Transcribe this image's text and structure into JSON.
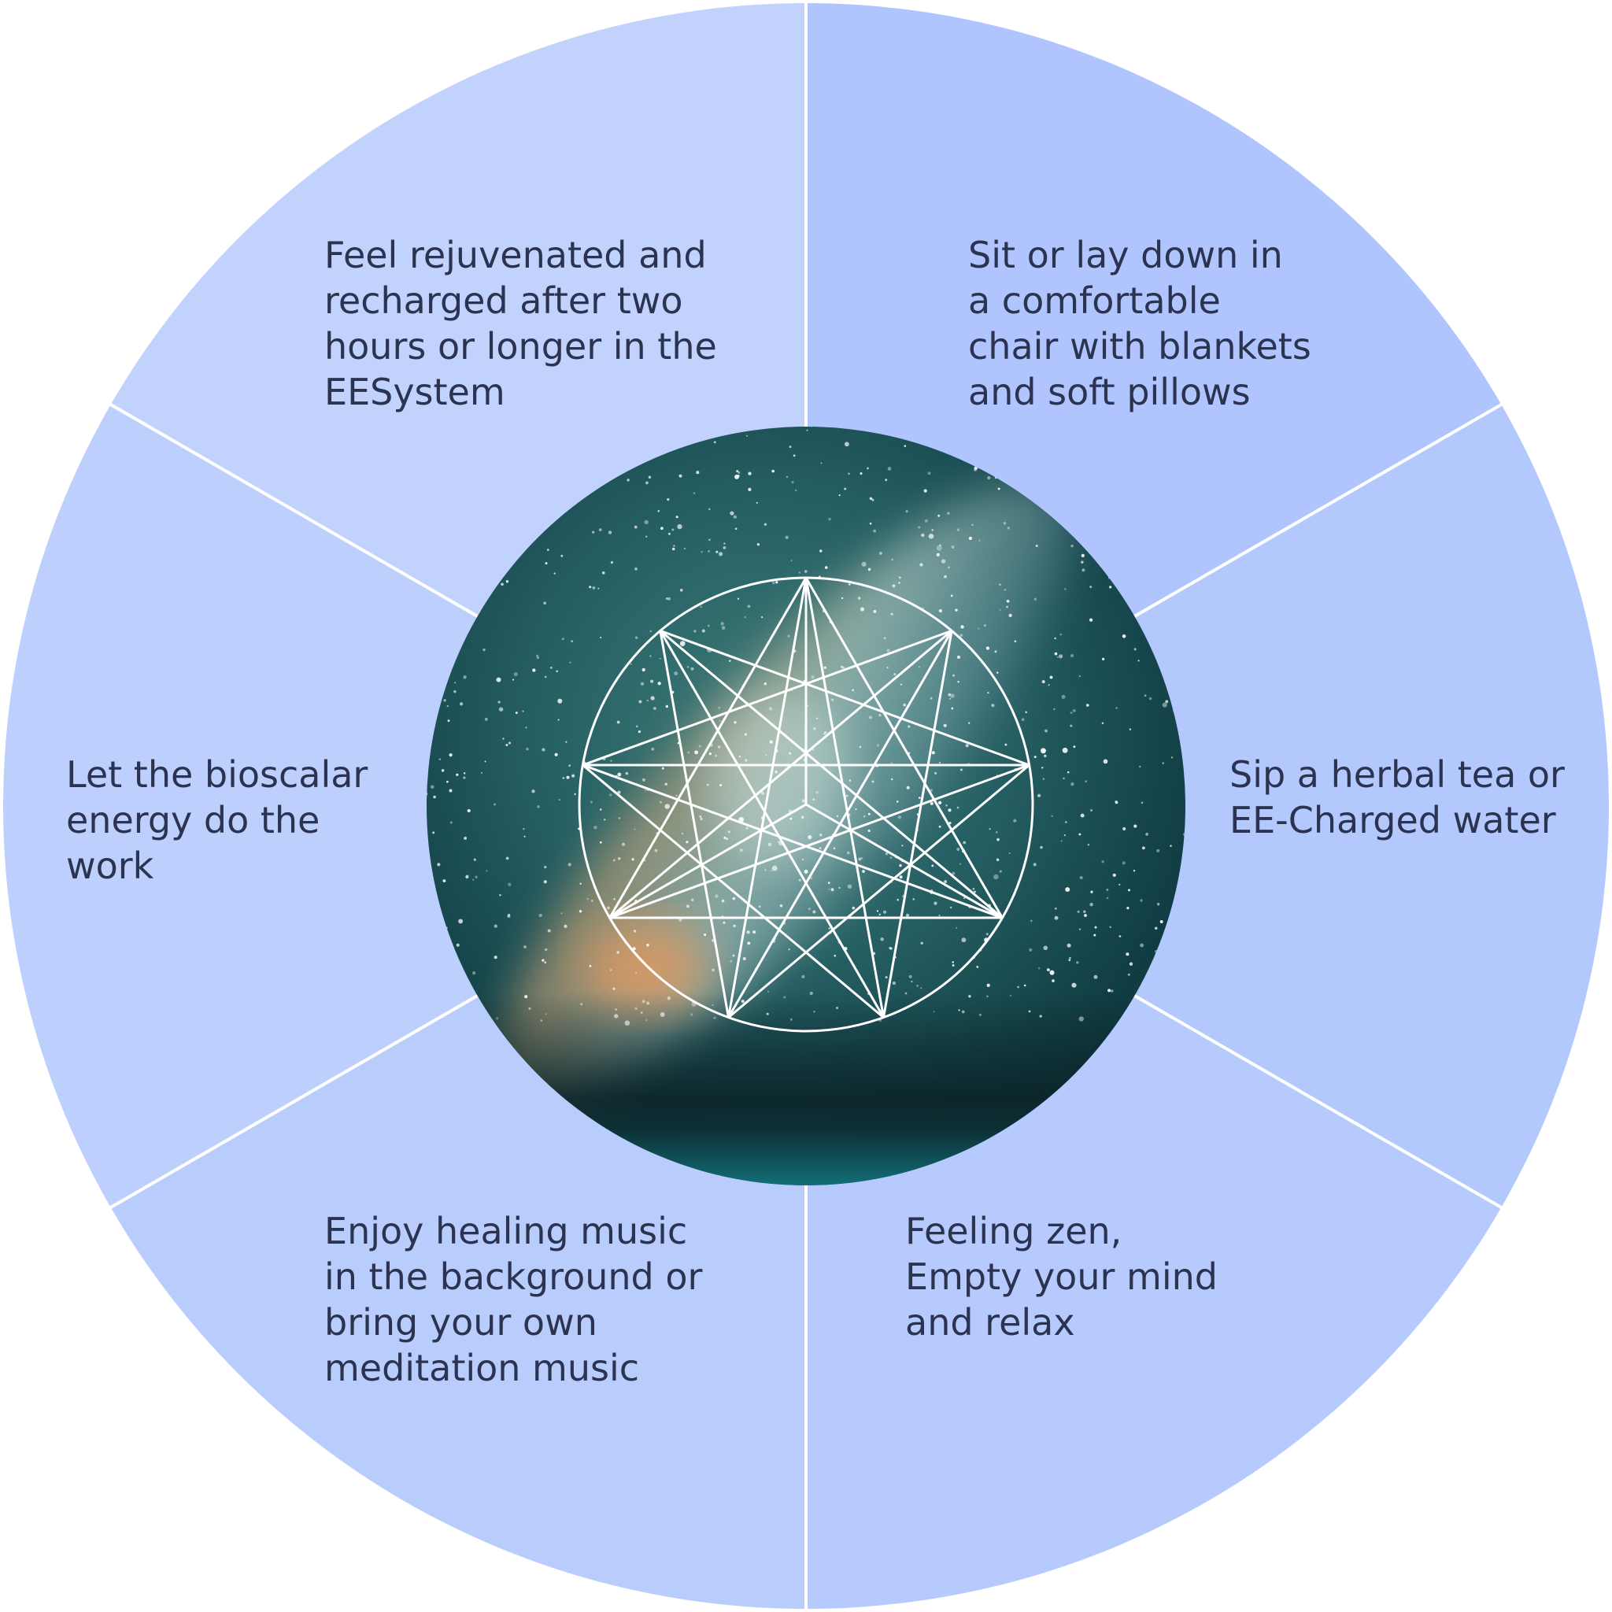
{
  "segments": [
    {
      "lines": [
        "Sit or lay down in",
        "a  comfortable",
        "chair with blankets",
        "and soft pillows"
      ],
      "color": "#b0c5fd"
    },
    {
      "lines": [
        "Sip a herbal tea or",
        "EE-Charged water"
      ],
      "color": "#b3c8fd"
    },
    {
      "lines": [
        "Feeling zen,",
        "Empty your mind",
        "and relax"
      ],
      "color": "#b6cafd"
    },
    {
      "lines": [
        "Enjoy healing music",
        "in the background or",
        "bring your own",
        "meditation music"
      ],
      "color": "#b9cdfd"
    },
    {
      "lines": [
        "Let the bioscalar",
        "energy do the",
        "work"
      ],
      "color": "#bdd0fd"
    },
    {
      "lines": [
        "Feel rejuvenated and",
        "recharged after two",
        "hours or longer in the",
        "EESystem"
      ],
      "color": "#c1d3fd"
    }
  ],
  "center": {
    "image": "milky-way-night-sky",
    "symbol": "sacred-geometry-star",
    "colors": {
      "sky_top": "#0f3a40",
      "sky_mid": "#2f6468",
      "glow": "#d7a06c",
      "line": "#ffffff"
    }
  }
}
